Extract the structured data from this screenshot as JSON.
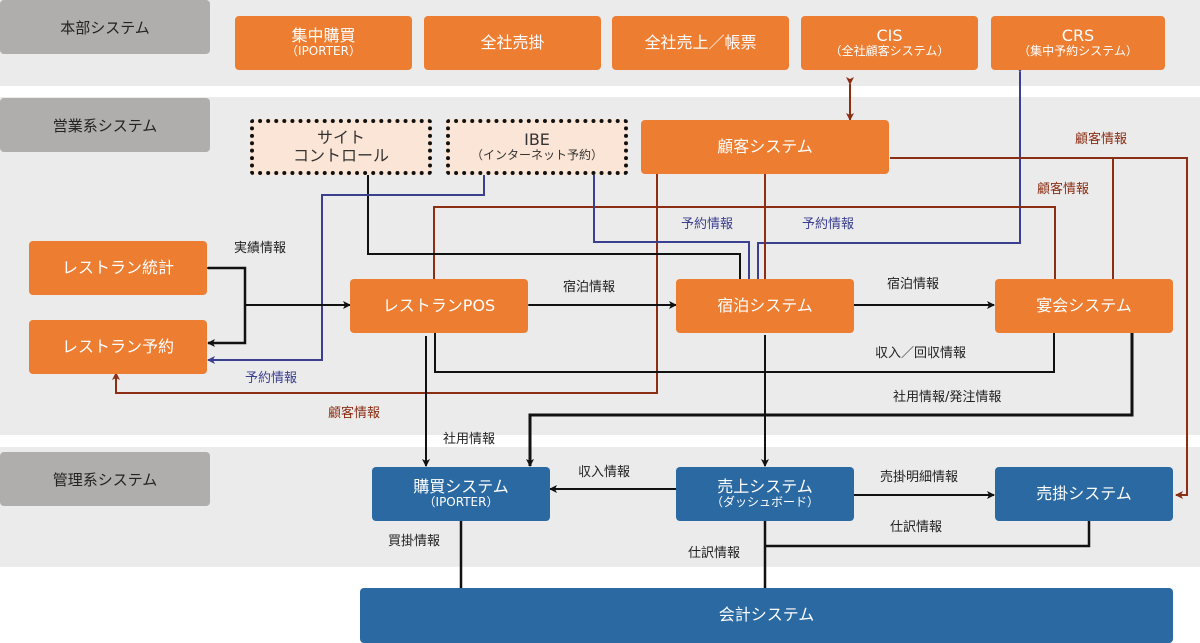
{
  "colors": {
    "system_orange": "#ed7d31",
    "system_blue": "#2a69a1",
    "tier_gray": "#b0adad",
    "band_gray": "#ebebeb",
    "customer_flow": "#8b2e14",
    "reservation_flow": "#3b3f8f",
    "data_flow": "#111111"
  },
  "tiers": {
    "hq": "本部システム",
    "sales": "営業系システム",
    "management": "管理系システム"
  },
  "hq_systems": [
    {
      "name": "集中購買",
      "sub": "（IPORTER）"
    },
    {
      "name": "全社売掛",
      "sub": ""
    },
    {
      "name": "全社売上／帳票",
      "sub": ""
    },
    {
      "name": "CIS",
      "sub": "（全社顧客システム）"
    },
    {
      "name": "CRS",
      "sub": "（集中予約システム）"
    }
  ],
  "sales_systems": {
    "site_control": {
      "line1": "サイト",
      "line2": "コントロール"
    },
    "ibe": {
      "name": "IBE",
      "sub": "（インターネット予約）"
    },
    "customer": "顧客システム",
    "restaurant_stats": "レストラン統計",
    "restaurant_reservation": "レストラン予約",
    "restaurant_pos": "レストランPOS",
    "lodging": "宿泊システム",
    "banquet": "宴会システム"
  },
  "management_systems": {
    "purchasing": {
      "name": "購買システム",
      "sub": "（IPORTER）"
    },
    "sales": {
      "name": "売上システム",
      "sub": "（ダッシュボード）"
    },
    "receivables": "売掛システム",
    "accounting": "会計システム"
  },
  "flow_labels": {
    "results_info": "実績情報",
    "reservation_info_left": "予約情報",
    "reservation_info_mid1": "予約情報",
    "reservation_info_mid2": "予約情報",
    "customer_info_bottom": "顧客情報",
    "customer_info_right1": "顧客情報",
    "customer_info_right2": "顧客情報",
    "lodging_info_left": "宿泊情報",
    "lodging_info_right": "宿泊情報",
    "revenue_collection_info": "収入／回収情報",
    "internal_order_info": "社用情報/発注情報",
    "internal_use_info": "社用情報",
    "income_info": "収入情報",
    "receivable_detail_info": "売掛明細情報",
    "journal_info_right": "仕訳情報",
    "journal_info_left": "仕訳情報",
    "payable_info": "買掛情報"
  }
}
